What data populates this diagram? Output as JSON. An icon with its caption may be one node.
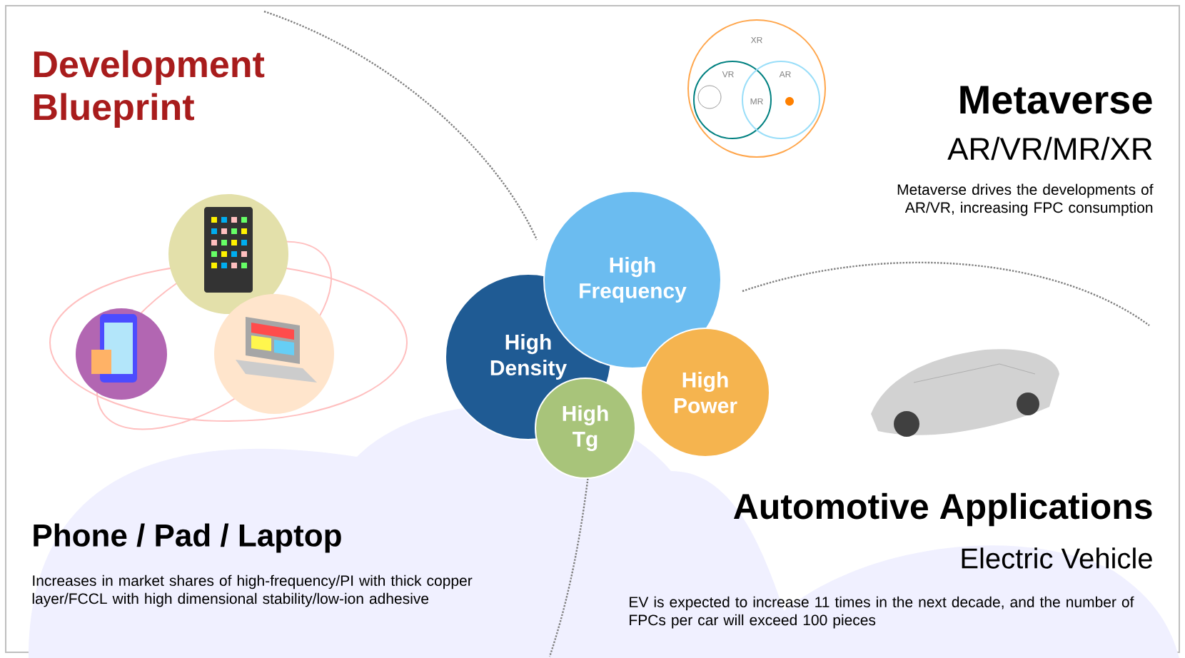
{
  "diagram": {
    "title": "Development Blueprint",
    "nodes": [
      {
        "text": [
          "High Density"
        ]
      },
      {
        "text": [
          "High Frequency"
        ]
      },
      {
        "text": [
          "High Power"
        ]
      },
      {
        "text": [
          "High Tg"
        ]
      }
    ],
    "labels": [
      "XR",
      "VR",
      "MR",
      "AR",
      "Metaverse",
      "AR/VR/MR/XR",
      "Metaverse drives the developments of AR/VR, increasing FPC consumption",
      "Phone / Pad / Laptop",
      "Increases in market shares of high-frequency/PI with thick copper layer/FCCL with high dimensional stability/low-ion adhesive",
      "Automotive Applications",
      "Electric Vehicle",
      "EV is expected to increase 11 times in the next decade, and the number of FPCs per car will exceed 100 pieces"
    ]
  }
}
